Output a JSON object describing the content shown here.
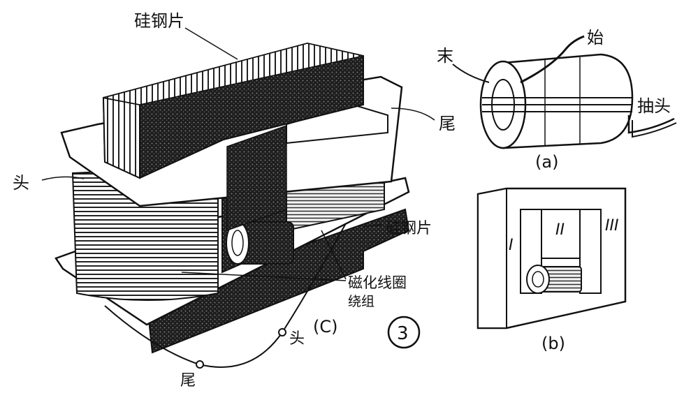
{
  "labels": {
    "silicon_steel_top": "硅钢片",
    "silicon_steel_right": "硅钢片",
    "tail_right": "尾",
    "head_left": "头",
    "coil_name_line1": "磁化线圈",
    "coil_name_line2": "绕组",
    "head_bottom": "头",
    "tail_bottom": "尾",
    "fig_c": "(C)",
    "fig_number": "3",
    "end": "末",
    "start": "始",
    "tap": "抽头",
    "fig_a": "(a)",
    "roman_1": "I",
    "roman_2": "II",
    "roman_3": "III",
    "fig_b": "(b)"
  },
  "colors": {
    "ink": "#111111",
    "paper": "#ffffff",
    "dark_fill": "#2a2a2a",
    "mid_fill": "#6a6a6a"
  }
}
